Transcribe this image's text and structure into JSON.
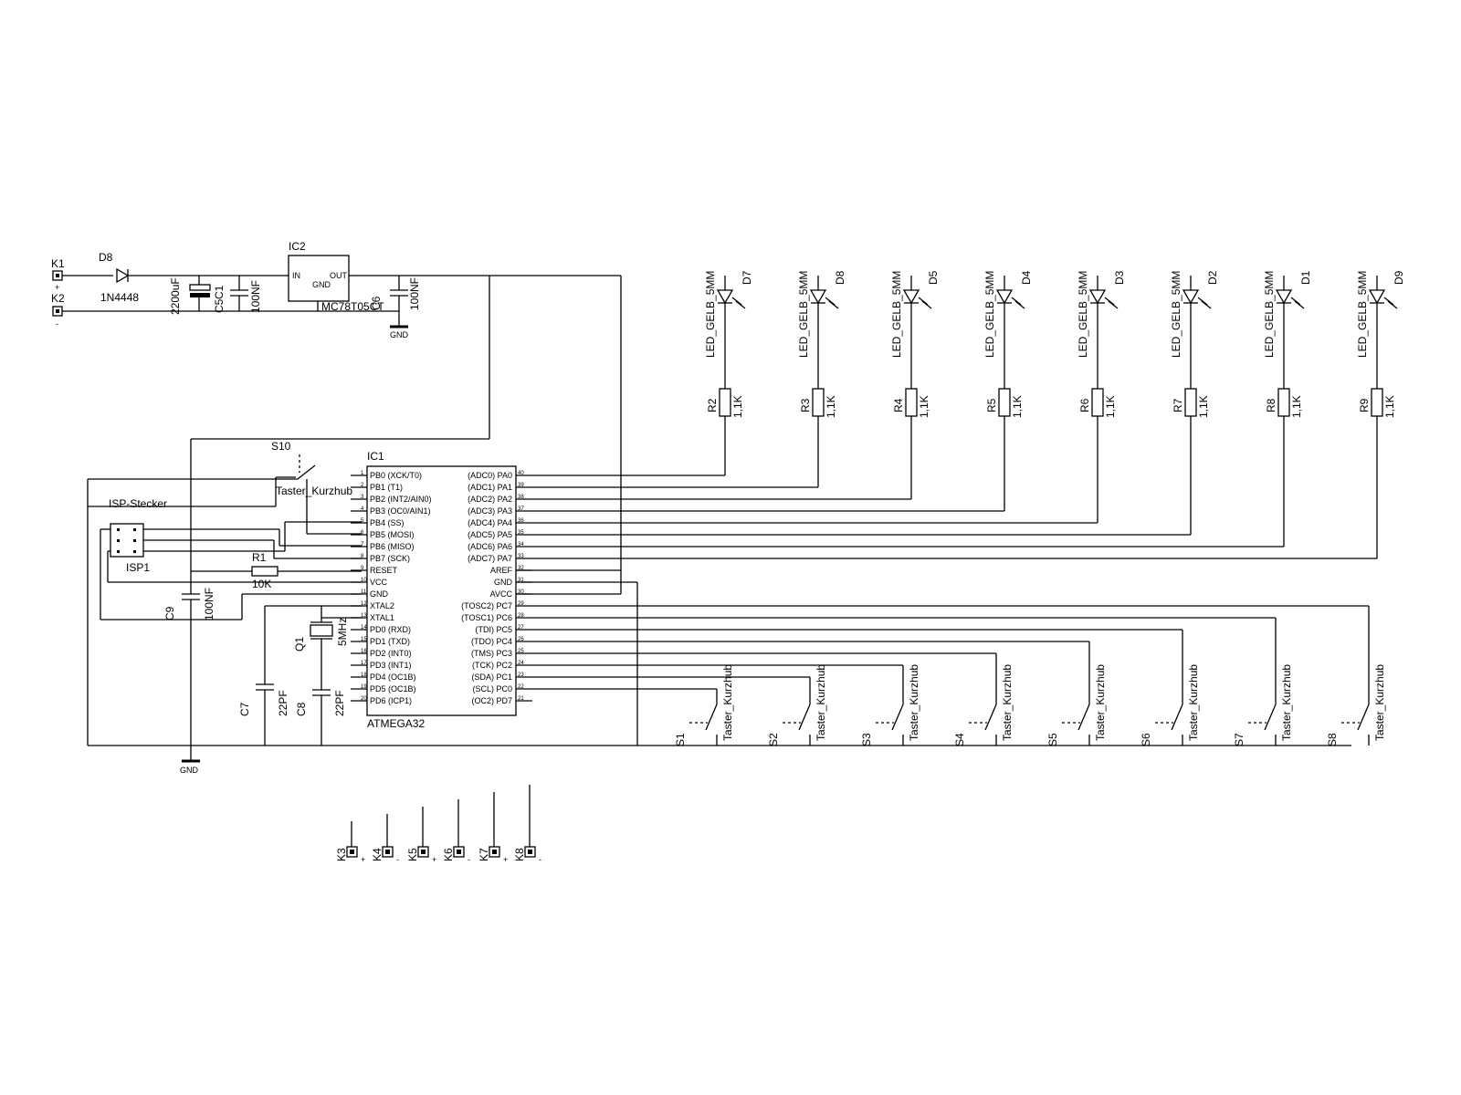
{
  "power": {
    "k1": "K1",
    "k2": "K2",
    "plus": "+",
    "minus": "-",
    "d8": "D8",
    "d8_value": "1N4448",
    "c1": "C1",
    "c1_value": "2200uF",
    "c5": "C5",
    "c5_value": "100NF",
    "ic2": "IC2",
    "ic2_in": "IN",
    "ic2_out": "OUT",
    "ic2_gnd": "GND",
    "ic2_value": "MC78T05CT",
    "c6": "C6",
    "c6_value": "100NF",
    "gnd": "GND"
  },
  "mcu": {
    "name": "IC1",
    "value": "ATMEGA32",
    "left_pins": [
      {
        "num": "1",
        "label": "PB0 (XCK/T0)"
      },
      {
        "num": "2",
        "label": "PB1 (T1)"
      },
      {
        "num": "3",
        "label": "PB2 (INT2/AIN0)"
      },
      {
        "num": "4",
        "label": "PB3 (OC0/AIN1)"
      },
      {
        "num": "5",
        "label": "PB4 (SS)"
      },
      {
        "num": "6",
        "label": "PB5 (MOSI)"
      },
      {
        "num": "7",
        "label": "PB6 (MISO)"
      },
      {
        "num": "8",
        "label": "PB7 (SCK)"
      },
      {
        "num": "9",
        "label": "RESET"
      },
      {
        "num": "10",
        "label": "VCC"
      },
      {
        "num": "11",
        "label": "GND"
      },
      {
        "num": "12",
        "label": "XTAL2"
      },
      {
        "num": "13",
        "label": "XTAL1"
      },
      {
        "num": "14",
        "label": "PD0 (RXD)"
      },
      {
        "num": "15",
        "label": "PD1 (TXD)"
      },
      {
        "num": "16",
        "label": "PD2 (INT0)"
      },
      {
        "num": "17",
        "label": "PD3 (INT1)"
      },
      {
        "num": "18",
        "label": "PD4 (OC1B)"
      },
      {
        "num": "19",
        "label": "PD5 (OC1B)"
      },
      {
        "num": "20",
        "label": "PD6 (ICP1)"
      }
    ],
    "right_pins": [
      {
        "num": "40",
        "label": "(ADC0) PA0"
      },
      {
        "num": "39",
        "label": "(ADC1) PA1"
      },
      {
        "num": "38",
        "label": "(ADC2) PA2"
      },
      {
        "num": "37",
        "label": "(ADC3) PA3"
      },
      {
        "num": "36",
        "label": "(ADC4) PA4"
      },
      {
        "num": "35",
        "label": "(ADC5) PA5"
      },
      {
        "num": "34",
        "label": "(ADC6) PA6"
      },
      {
        "num": "33",
        "label": "(ADC7) PA7"
      },
      {
        "num": "32",
        "label": "AREF"
      },
      {
        "num": "31",
        "label": "GND"
      },
      {
        "num": "30",
        "label": "AVCC"
      },
      {
        "num": "29",
        "label": "(TOSC2) PC7"
      },
      {
        "num": "28",
        "label": "(TOSC1) PC6"
      },
      {
        "num": "27",
        "label": "(TDI) PC5"
      },
      {
        "num": "26",
        "label": "(TDO) PC4"
      },
      {
        "num": "25",
        "label": "(TMS) PC3"
      },
      {
        "num": "24",
        "label": "(TCK) PC2"
      },
      {
        "num": "23",
        "label": "(SDA) PC1"
      },
      {
        "num": "22",
        "label": "(SCL) PC0"
      },
      {
        "num": "21",
        "label": "(OC2) PD7"
      }
    ]
  },
  "leds": [
    {
      "name": "D7",
      "value": "LED_GELB_5MM",
      "r": "R2",
      "r_value": "1,1K"
    },
    {
      "name": "D8",
      "value": "LED_GELB_5MM",
      "r": "R3",
      "r_value": "1,1K"
    },
    {
      "name": "D5",
      "value": "LED_GELB_5MM",
      "r": "R4",
      "r_value": "1,1K"
    },
    {
      "name": "D4",
      "value": "LED_GELB_5MM",
      "r": "R5",
      "r_value": "1,1K"
    },
    {
      "name": "D3",
      "value": "LED_GELB_5MM",
      "r": "R6",
      "r_value": "1,1K"
    },
    {
      "name": "D2",
      "value": "LED_GELB_5MM",
      "r": "R7",
      "r_value": "1,1K"
    },
    {
      "name": "D1",
      "value": "LED_GELB_5MM",
      "r": "R8",
      "r_value": "1,1K"
    },
    {
      "name": "D9",
      "value": "LED_GELB_5MM",
      "r": "R9",
      "r_value": "1,1K"
    }
  ],
  "switches": [
    {
      "name": "S1",
      "value": "Taster_Kurzhub"
    },
    {
      "name": "S2",
      "value": "Taster_Kurzhub"
    },
    {
      "name": "S3",
      "value": "Taster_Kurzhub"
    },
    {
      "name": "S4",
      "value": "Taster_Kurzhub"
    },
    {
      "name": "S5",
      "value": "Taster_Kurzhub"
    },
    {
      "name": "S6",
      "value": "Taster_Kurzhub"
    },
    {
      "name": "S7",
      "value": "Taster_Kurzhub"
    },
    {
      "name": "S8",
      "value": "Taster_Kurzhub"
    }
  ],
  "reset": {
    "s10": "S10",
    "s10_value": "Taster_Kurzhub",
    "r1": "R1",
    "r1_value": "10K"
  },
  "isp": {
    "label": "ISP-Stecker",
    "name": "ISP1"
  },
  "caps": {
    "c9": "C9",
    "c9_value": "100NF",
    "c7": "C7",
    "c7_value": "22PF",
    "c8": "C8",
    "c8_value": "22PF",
    "gnd": "GND"
  },
  "crystal": {
    "name": "Q1",
    "value": "5MHz"
  },
  "connectors": [
    {
      "name": "K3",
      "mark": "+"
    },
    {
      "name": "K4",
      "mark": "-"
    },
    {
      "name": "K5",
      "mark": "+"
    },
    {
      "name": "K6",
      "mark": "-"
    },
    {
      "name": "K7",
      "mark": "+"
    },
    {
      "name": "K8",
      "mark": "-"
    }
  ]
}
